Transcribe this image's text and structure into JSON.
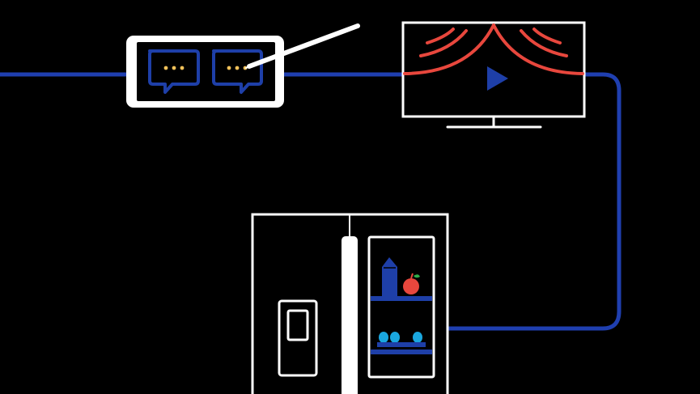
{
  "scene": {
    "background": "#000000",
    "colors": {
      "outline": "#ffffff",
      "connector": "#1f3fb0",
      "accent_blue": "#1e3fa8",
      "curtain_red": "#e8473d",
      "dots_yellow": "#f3c25a",
      "egg_blue": "#1aa7df",
      "apple_red": "#e8473d",
      "leaf_green": "#2fae4a"
    },
    "devices": [
      {
        "name": "tablet",
        "icons": [
          "chat-bubble-icon",
          "chat-bubble-icon",
          "stylus-icon"
        ]
      },
      {
        "name": "tv",
        "icons": [
          "curtain-icon",
          "play-icon"
        ]
      },
      {
        "name": "refrigerator",
        "icons": [
          "water-dispenser-icon",
          "milk-carton-icon",
          "apple-icon",
          "egg-icon"
        ]
      }
    ]
  }
}
